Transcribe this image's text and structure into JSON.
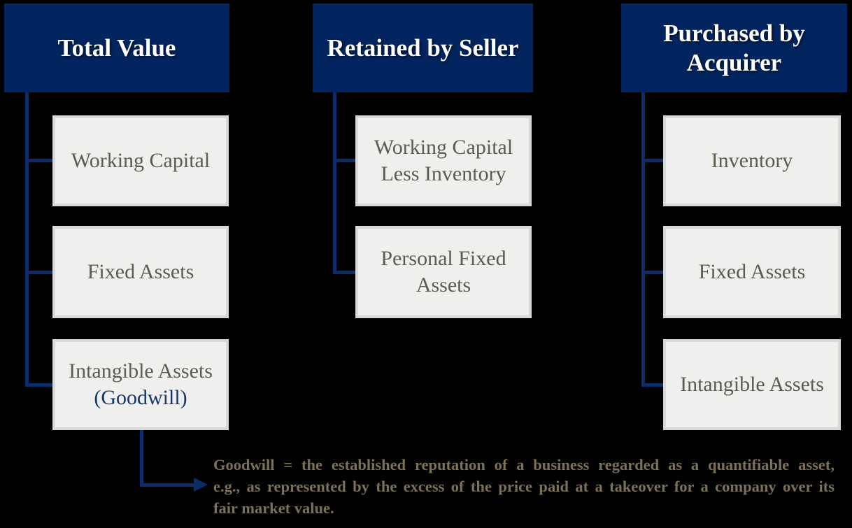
{
  "background": "#000000",
  "colors": {
    "header_bg": "#03255f",
    "header_text": "#ffffff",
    "connector": "#0c2d6a",
    "node_bg": "#efefee",
    "node_border": "#d8d8d5",
    "node_text": "#5b5b51",
    "goodwill_text": "#17356b",
    "note_text": "#7a7156"
  },
  "columns": [
    {
      "header": "Total Value",
      "children": [
        {
          "label": "Working Capital"
        },
        {
          "label": "Fixed Assets"
        },
        {
          "label": "Intangible Assets",
          "sublabel": "(Goodwill)"
        }
      ]
    },
    {
      "header": "Retained by Seller",
      "children": [
        {
          "label": "Working Capital Less Inventory"
        },
        {
          "label": "Personal Fixed Assets"
        }
      ]
    },
    {
      "header": "Purchased by Acquirer",
      "children": [
        {
          "label": "Inventory"
        },
        {
          "label": "Fixed Assets"
        },
        {
          "label": "Intangible Assets"
        }
      ]
    }
  ],
  "note": {
    "full_text": "Goodwill = the established reputation of a business regarded as a quantifiable asset, e.g., as represented by the excess of the price paid at a takeover for a company over its fair market value.",
    "lines": [
      "Goodwill = the established reputation of a business regarded as a quantifiable asset,",
      "e.g., as represented by the excess of the price paid at a takeover for a company over its",
      "fair market value."
    ]
  }
}
